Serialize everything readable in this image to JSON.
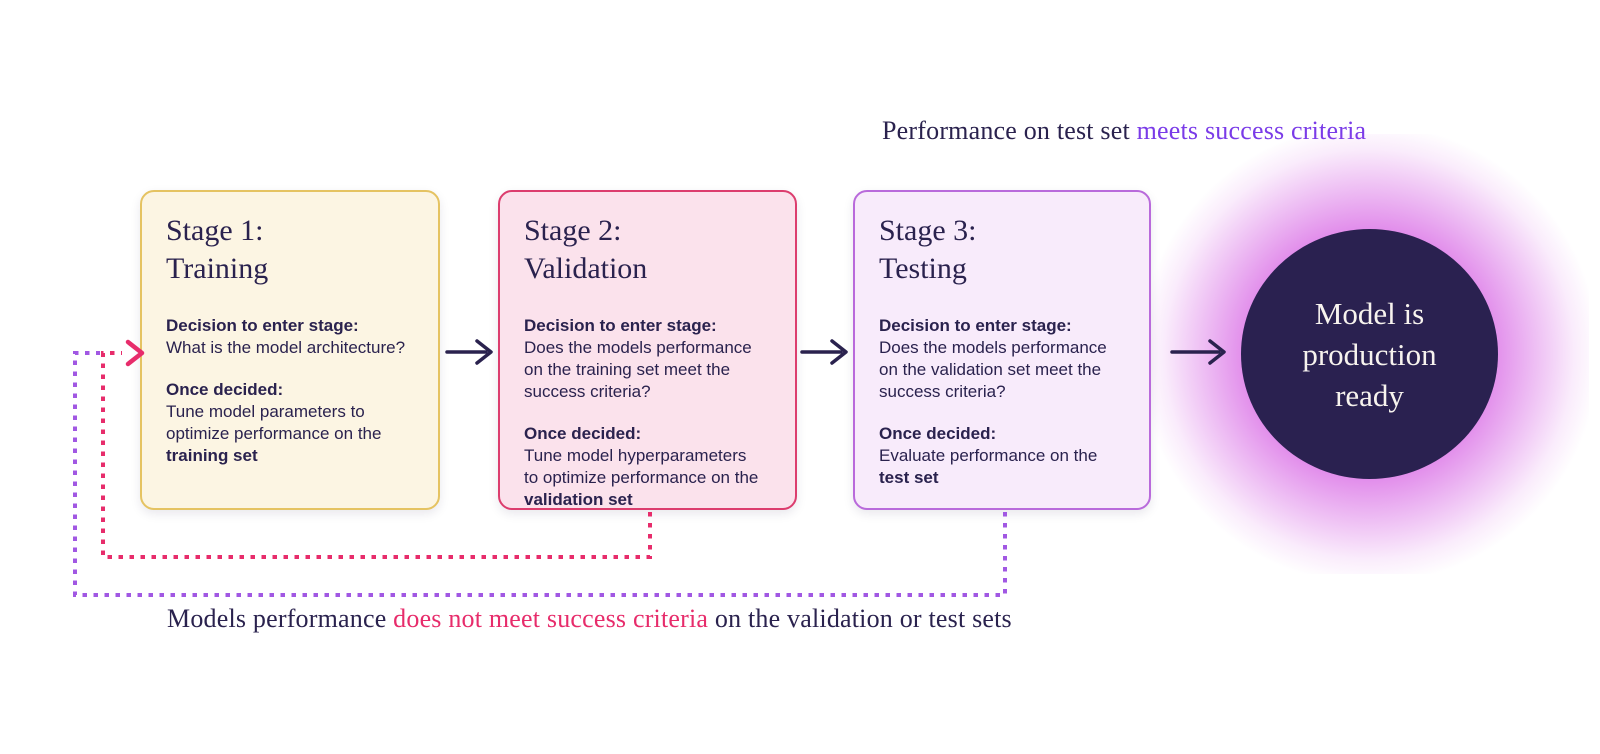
{
  "annotations": {
    "top_prefix": "Performance on test set ",
    "top_highlight": "meets success criteria",
    "bottom_prefix": "Models performance ",
    "bottom_highlight": "does not meet success criteria",
    "bottom_suffix": " on the validation or test sets"
  },
  "stages": [
    {
      "title": "Stage 1:\nTraining",
      "decision_label": "Decision to enter stage:",
      "decision_text": "What is the model architecture?",
      "once_label": "Once decided:",
      "once_text": "Tune model parameters to\noptimize performance on the",
      "once_bold": "training set",
      "border_color": "#E5C362",
      "background_color": "#FCF5E3"
    },
    {
      "title": "Stage 2:\nValidation",
      "decision_label": "Decision to enter stage:",
      "decision_text": "Does the models performance\non the training set meet the\nsuccess criteria?",
      "once_label": "Once decided:",
      "once_text": "Tune model hyperparameters\nto optimize performance on the",
      "once_bold": "validation set",
      "border_color": "#DC3D6E",
      "background_color": "#FBE2EC"
    },
    {
      "title": "Stage 3:\nTesting",
      "decision_label": "Decision to enter stage:",
      "decision_text": "Does the models performance\non the validation set meet the\nsuccess criteria?",
      "once_label": "Once decided:",
      "once_text": "Evaluate performance on the",
      "once_bold": "test set",
      "border_color": "#B96ADB",
      "background_color": "#F8EBFB"
    }
  ],
  "result_circle": {
    "text": "Model is\nproduction\nready",
    "background_color": "#2A2150",
    "glow_color": "#D55BE2",
    "text_color": "#F7F3EE"
  },
  "colors": {
    "ink": "#2A224E",
    "purple_highlight": "#7A3BE8",
    "pink_highlight": "#E72C6B",
    "pink_dash": "#E72C6B",
    "purple_dash": "#A158E3",
    "arrow": "#2A224E",
    "background": "#FFFFFF"
  }
}
